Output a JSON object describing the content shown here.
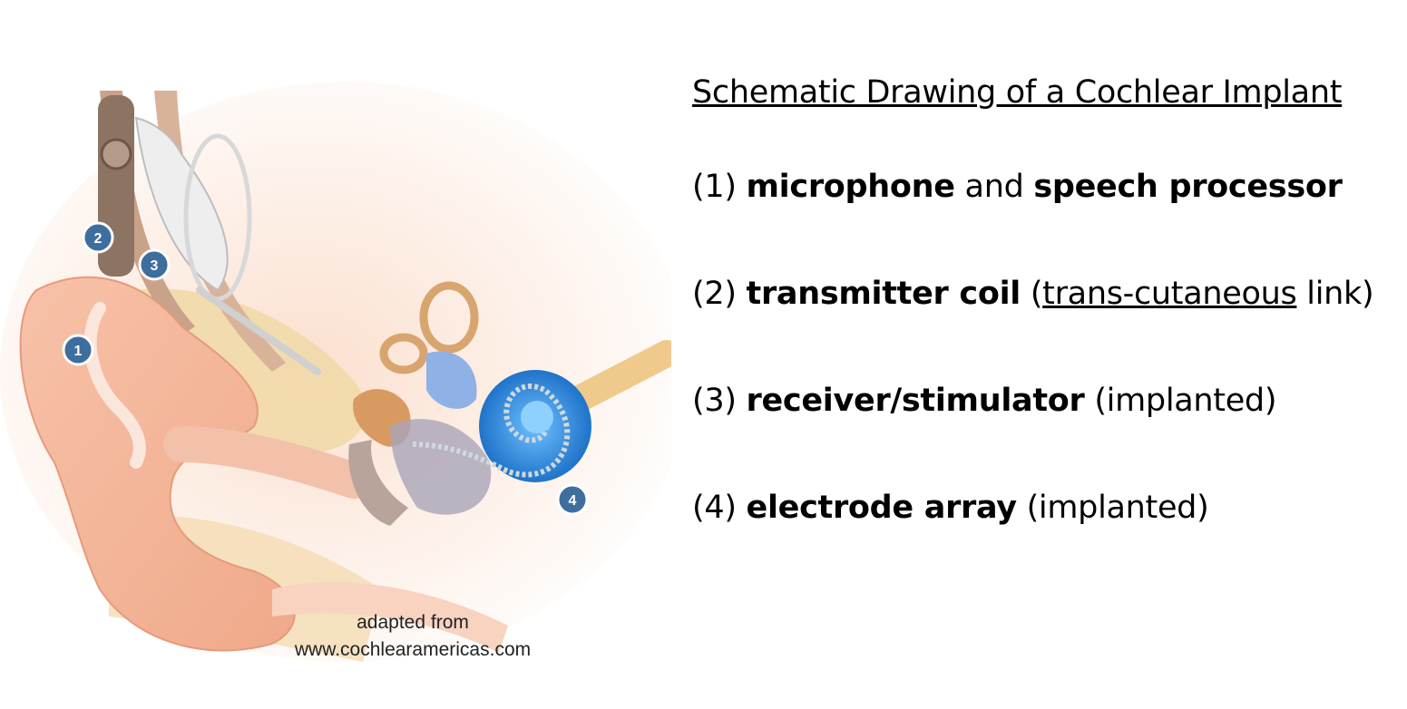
{
  "title": "Schematic Drawing of a Cochlear Implant",
  "items": [
    {
      "num": "(1)",
      "term": "microphone",
      "mid": "and",
      "term2": "speech processor"
    },
    {
      "num": "(2)",
      "term": "transmitter coil",
      "open": "(",
      "link": "trans-cutaneous",
      "close": "link)"
    },
    {
      "num": "(3)",
      "term": "receiver/stimulator",
      "note": "(implanted)"
    },
    {
      "num": "(4)",
      "term": "electrode array",
      "note": "(implanted)"
    }
  ],
  "markers": [
    "1",
    "2",
    "3",
    "4"
  ],
  "credit": {
    "line1": "adapted from",
    "line2": "www.cochlearamericas.com"
  },
  "colors": {
    "marker": "#3d6e9e",
    "skin": "#f4b8a0",
    "bone": "#f1d9a8",
    "cochlea": "#3a8ee0"
  }
}
